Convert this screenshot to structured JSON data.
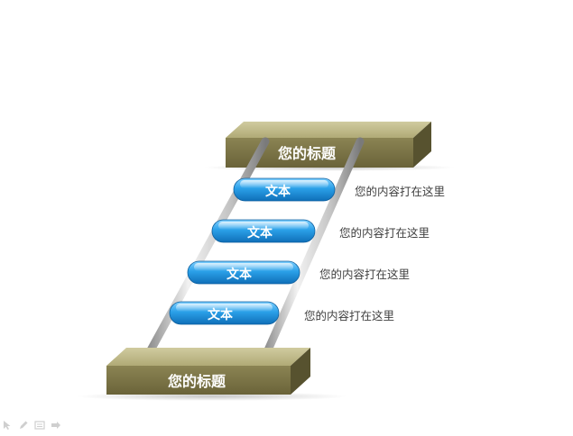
{
  "top_platform": {
    "title": "您的标题"
  },
  "bottom_platform": {
    "title": "您的标题"
  },
  "rungs": [
    {
      "label": "文本",
      "description": "您的内容打在这里"
    },
    {
      "label": "文本",
      "description": "您的内容打在这里"
    },
    {
      "label": "文本",
      "description": "您的内容打在这里"
    },
    {
      "label": "文本",
      "description": "您的内容打在这里"
    }
  ],
  "toolbar": {
    "icons": [
      "pointer-icon",
      "pen-icon",
      "menu-icon",
      "slide-icon"
    ]
  },
  "colors": {
    "platform_front": "#7d7647",
    "platform_top": "#c2bd8c",
    "platform_side": "#57522f",
    "rung_blue": "#1f8fd8",
    "rail_gray": "#b8b8b8",
    "text_gray": "#404040"
  }
}
